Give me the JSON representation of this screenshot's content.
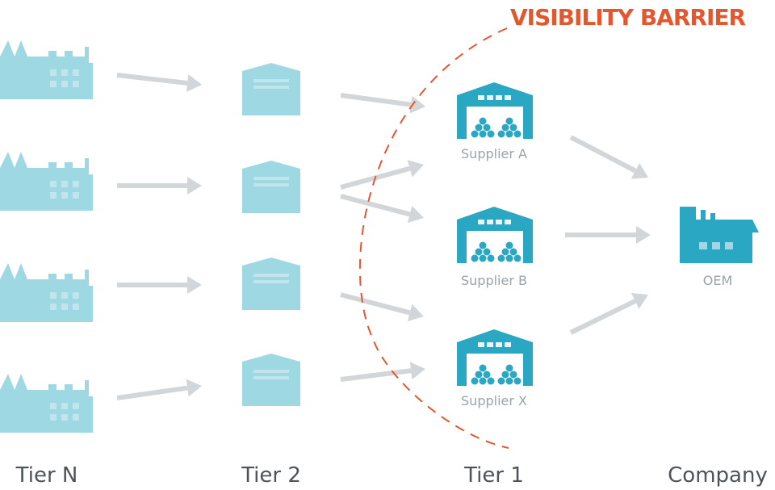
{
  "barrier_label": "VISIBILITY BARRIER",
  "columns": [
    {
      "key": "tier_n",
      "label": "Tier N"
    },
    {
      "key": "tier_2",
      "label": "Tier 2"
    },
    {
      "key": "tier_1",
      "label": "Tier 1"
    },
    {
      "key": "company",
      "label": "Company"
    }
  ],
  "nodes": {
    "tier_n": [
      {
        "label": ""
      },
      {
        "label": ""
      },
      {
        "label": ""
      },
      {
        "label": ""
      }
    ],
    "tier_2": [
      {
        "label": ""
      },
      {
        "label": ""
      },
      {
        "label": ""
      },
      {
        "label": ""
      }
    ],
    "tier_1": [
      {
        "label": "Supplier A"
      },
      {
        "label": "Supplier B"
      },
      {
        "label": "Supplier X"
      }
    ],
    "company": [
      {
        "label": "OEM"
      }
    ]
  },
  "colors": {
    "faded_node": "#7ecbd9",
    "solid_node": "#2aa7c3",
    "arrow": "#d2d6d8",
    "barrier": "#e4572e"
  },
  "icons": {
    "factory": "factory-icon",
    "warehouse": "warehouse-icon",
    "oem": "oem-factory-icon",
    "arrow": "arrow-icon"
  }
}
